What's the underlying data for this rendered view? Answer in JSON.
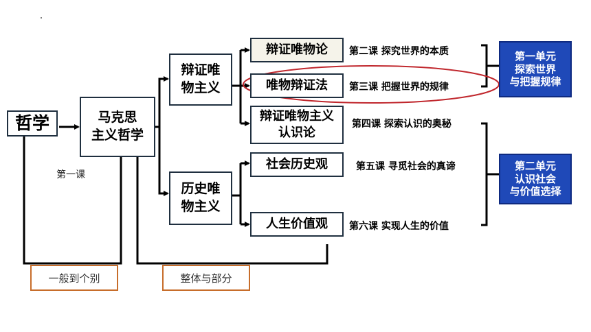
{
  "nodes": {
    "philosophy": "哲学",
    "marxist": "马克思\n主义哲学",
    "dialectical_materialism": "辩证唯\n物主义",
    "historical_materialism": "历史唯\n物主义",
    "dialectical_materialist_theory": "辩证唯物论",
    "materialist_dialectics": "唯物辩证法",
    "epistemology": "辩证唯物主义\n认识论",
    "social_history_view": "社会历史观",
    "life_values_view": "人生价值观"
  },
  "lessons": [
    "第二课  探究世界的本质",
    "第三课  把握世界的规律",
    "第四课  探索认识的奥秘",
    "第五课  寻觅社会的真谛",
    "第六课  实现人生的价值"
  ],
  "units": [
    "第一单元\n探索世界\n与把握规律",
    "第二单元\n认识社会\n与价值选择"
  ],
  "notes": {
    "lesson_one": "第一课",
    "general_to_particular": "一般到个别",
    "whole_and_part": "整体与部分"
  },
  "colors": {
    "unit_fill": "#1f49b8",
    "highlight_ellipse": "#c0272d",
    "note_border": "#c76d2a",
    "connector": "#000000"
  }
}
